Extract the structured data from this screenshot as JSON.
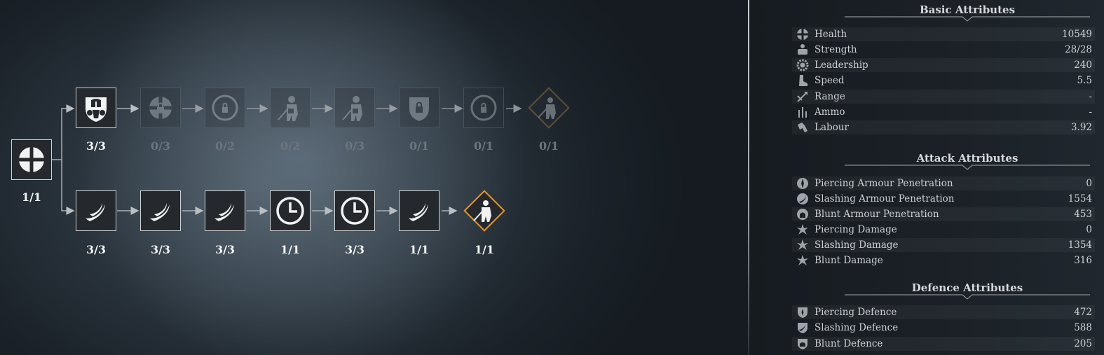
{
  "tree": {
    "root": {
      "count": "1/1",
      "icon": "cross-shield-icon"
    },
    "row1": [
      {
        "count": "3/3",
        "icon": "armored-knight-icon",
        "state": "unlocked"
      },
      {
        "count": "0/3",
        "icon": "cross-lock-icon",
        "state": "locked"
      },
      {
        "count": "0/2",
        "icon": "clock-lock-icon",
        "state": "locked"
      },
      {
        "count": "0/2",
        "icon": "warrior-lock-icon",
        "state": "locked"
      },
      {
        "count": "0/3",
        "icon": "warrior-lock-icon",
        "state": "locked"
      },
      {
        "count": "0/1",
        "icon": "shield-lock-icon",
        "state": "locked"
      },
      {
        "count": "0/1",
        "icon": "clock-lock-icon",
        "state": "locked"
      },
      {
        "count": "0/1",
        "icon": "warrior-diamond-icon",
        "state": "locked"
      }
    ],
    "row2": [
      {
        "count": "3/3",
        "icon": "slash-icon",
        "state": "unlocked"
      },
      {
        "count": "3/3",
        "icon": "slash-icon",
        "state": "unlocked"
      },
      {
        "count": "3/3",
        "icon": "slash-icon",
        "state": "unlocked"
      },
      {
        "count": "1/1",
        "icon": "clock-icon",
        "state": "unlocked"
      },
      {
        "count": "3/3",
        "icon": "clock-icon",
        "state": "unlocked"
      },
      {
        "count": "1/1",
        "icon": "slash-icon",
        "state": "unlocked"
      },
      {
        "count": "1/1",
        "icon": "warrior-diamond-icon",
        "state": "unlocked"
      }
    ]
  },
  "colors": {
    "accent_orange": "#e0962a",
    "node_border": "#cfd2d4"
  },
  "panel": {
    "basic": {
      "title": "Basic Attributes",
      "rows": [
        {
          "label": "Health",
          "value": "10549",
          "icon": "health-cross-icon"
        },
        {
          "label": "Strength",
          "value": "28/28",
          "icon": "strength-icon"
        },
        {
          "label": "Leadership",
          "value": "240",
          "icon": "leadership-gear-icon"
        },
        {
          "label": "Speed",
          "value": "5.5",
          "icon": "boot-icon"
        },
        {
          "label": "Range",
          "value": "-",
          "icon": "range-arrow-icon"
        },
        {
          "label": "Ammo",
          "value": "-",
          "icon": "ammo-icon"
        },
        {
          "label": "Labour",
          "value": "3.92",
          "icon": "labour-icon"
        }
      ]
    },
    "attack": {
      "title": "Attack Attributes",
      "rows": [
        {
          "label": "Piercing Armour Penetration",
          "value": "0",
          "icon": "piercing-pen-icon"
        },
        {
          "label": "Slashing Armour Penetration",
          "value": "1554",
          "icon": "slashing-pen-icon"
        },
        {
          "label": "Blunt Armour Penetration",
          "value": "453",
          "icon": "blunt-pen-icon"
        },
        {
          "label": "Piercing Damage",
          "value": "0",
          "icon": "piercing-damage-icon"
        },
        {
          "label": "Slashing Damage",
          "value": "1354",
          "icon": "slashing-damage-icon"
        },
        {
          "label": "Blunt Damage",
          "value": "316",
          "icon": "blunt-damage-icon"
        }
      ]
    },
    "defence": {
      "title": "Defence Attributes",
      "rows": [
        {
          "label": "Piercing Defence",
          "value": "472",
          "icon": "piercing-defence-icon"
        },
        {
          "label": "Slashing Defence",
          "value": "588",
          "icon": "slashing-defence-icon"
        },
        {
          "label": "Blunt Defence",
          "value": "205",
          "icon": "blunt-defence-icon"
        }
      ]
    }
  }
}
